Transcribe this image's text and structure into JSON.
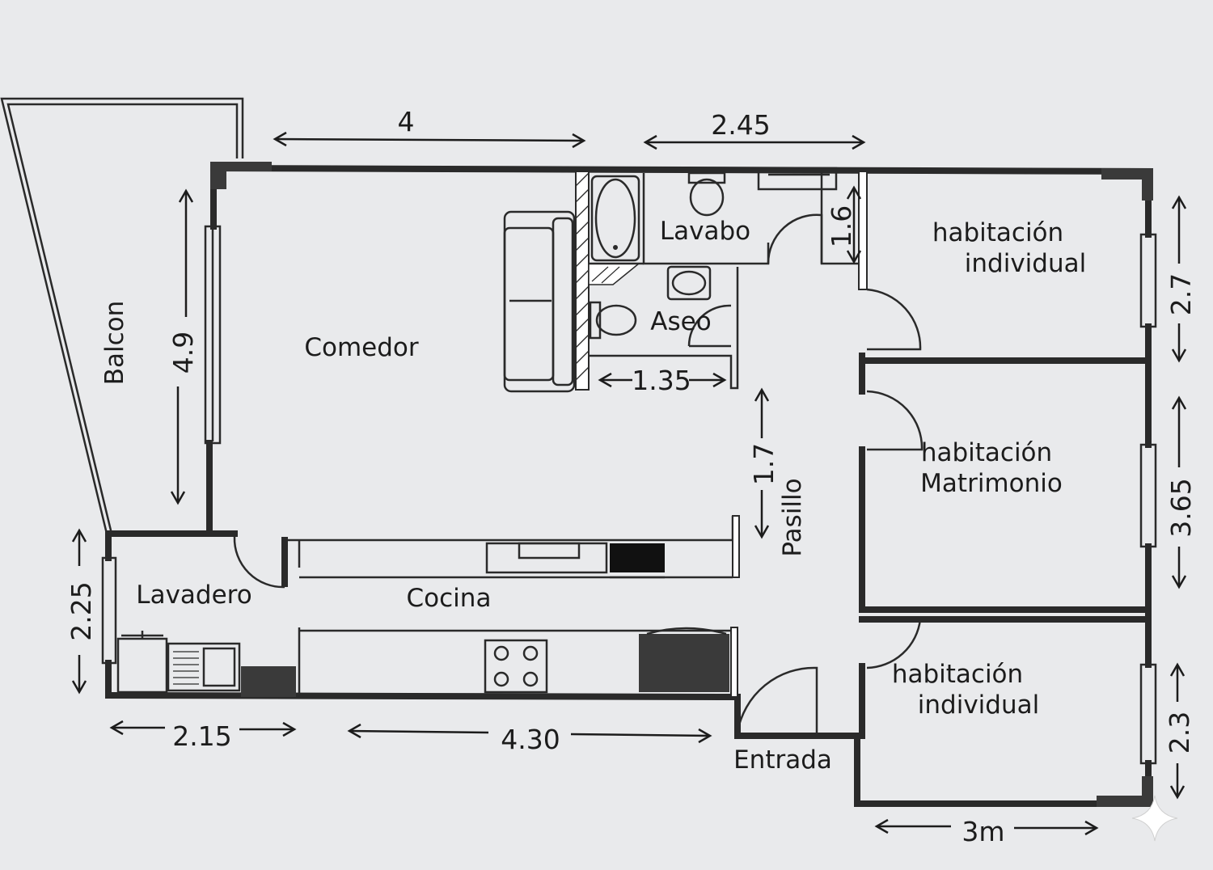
{
  "rooms": {
    "balcon": "Balcon",
    "comedor": "Comedor",
    "lavabo": "Lavabo",
    "aseo": "Aseo",
    "habitacion_1_line1": "habitación",
    "habitacion_1_line2": "individual",
    "habitacion_2_line1": "habitación",
    "habitacion_2_line2": "Matrimonio",
    "habitacion_3_line1": "habitación",
    "habitacion_3_line2": "individual",
    "lavadero": "Lavadero",
    "cocina": "Cocina",
    "pasillo": "Pasillo",
    "entrada": "Entrada"
  },
  "dimensions": {
    "comedor_width": "4",
    "bath_width": "2.45",
    "lavabo_depth": "1.6",
    "aseo_width": "1.35",
    "comedor_depth": "4.9",
    "pasillo_width": "1.7",
    "hab1_depth": "2.7",
    "hab2_depth": "3.65",
    "hab3_depth": "2.3",
    "lavadero_depth": "2.25",
    "lavadero_width": "2.15",
    "cocina_width": "4.30",
    "hab3_width": "3m"
  }
}
